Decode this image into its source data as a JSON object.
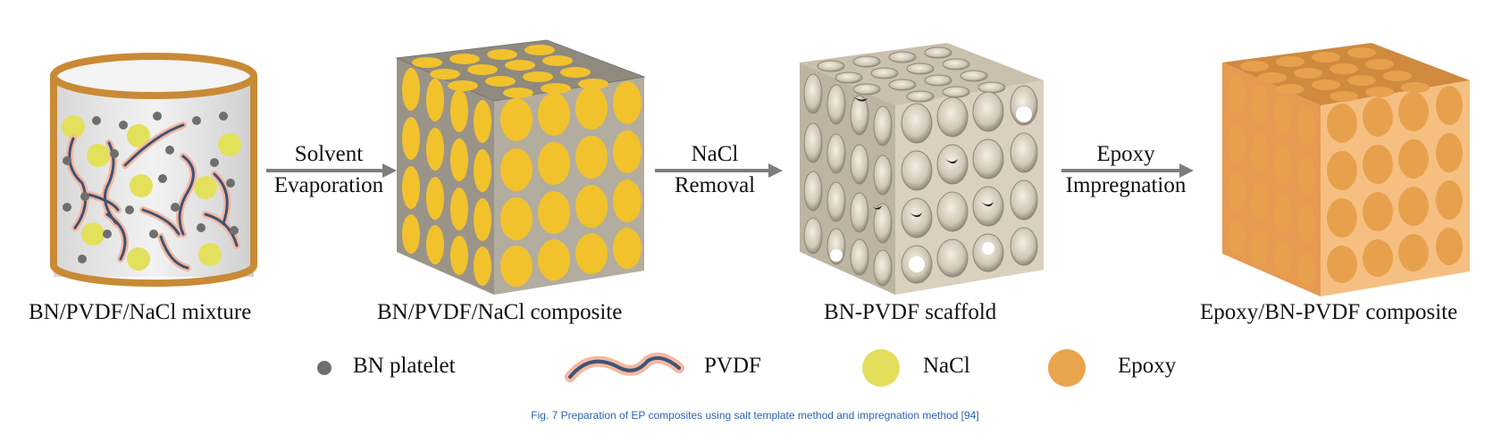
{
  "stages": {
    "mixture": "BN/PVDF/NaCl mixture",
    "composite": "BN/PVDF/NaCl composite",
    "scaffold": "BN-PVDF scaffold",
    "epoxy_composite": "Epoxy/BN-PVDF composite"
  },
  "steps": {
    "s1_line1": "Solvent",
    "s1_line2": "Evaporation",
    "s2_line1": "NaCl",
    "s2_line2": "Removal",
    "s3_line1": "Epoxy",
    "s3_line2": "Impregnation"
  },
  "legend": {
    "bn": "BN platelet",
    "pvdf": "PVDF",
    "nacl": "NaCl",
    "epoxy": "Epoxy"
  },
  "caption": "Fig. 7 Preparation of EP composites using salt template method and impregnation method [94]",
  "colors": {
    "container": "#c98a36",
    "nacl": "#f2c22d",
    "nacl_legend": "#e3de5c",
    "bn": "#6e6e6e",
    "pvdf_core": "#3e5477",
    "pvdf_glow": "#f5b7a0",
    "scaffold": "#d9d0bd",
    "epoxy": "#e9a44e",
    "caption": "#2a63b8"
  }
}
